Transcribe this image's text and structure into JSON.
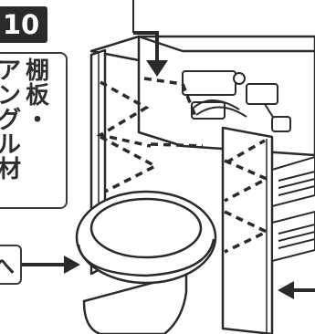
{
  "step": {
    "number": "10"
  },
  "callout": {
    "col_a": [
      "ア",
      "ン",
      "グ",
      "ル",
      "材"
    ],
    "col_b": [
      "棚",
      "板",
      "・"
    ]
  },
  "label": {
    "text": "へ"
  }
}
